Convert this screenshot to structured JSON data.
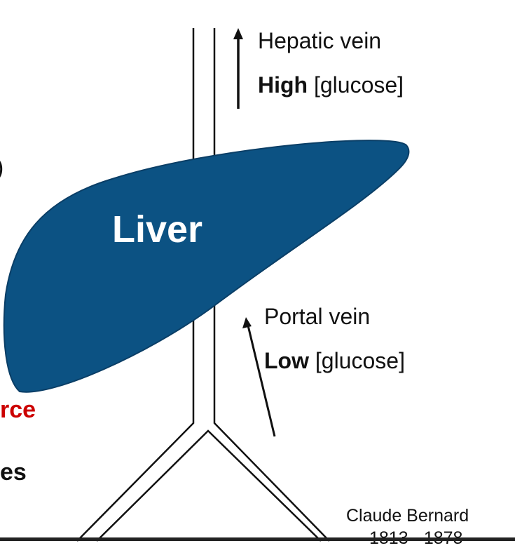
{
  "liver": {
    "label": "Liver",
    "fill_color": "#0c5283"
  },
  "hepatic_vein": {
    "name": "Hepatic vein",
    "level": "High",
    "substance": "[glucose]",
    "flow_direction": "up"
  },
  "portal_vein": {
    "name": "Portal vein",
    "level": "Low",
    "substance": "[glucose]",
    "flow_direction": "up"
  },
  "left_fragments": {
    "paren": ")",
    "red_text": "rce",
    "black_text": "es",
    "red_color": "#cc0000"
  },
  "credit": {
    "name": "Claude Bernard",
    "years": "1813 - 1878"
  }
}
